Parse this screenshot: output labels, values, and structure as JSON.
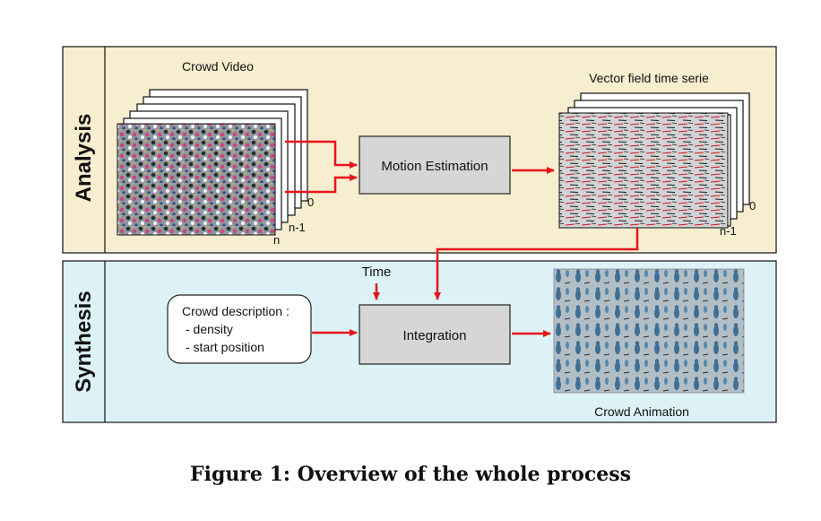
{
  "sections": {
    "analysis": "Analysis",
    "synthesis": "Synthesis"
  },
  "analysis": {
    "video_label": "Crowd Video",
    "frame_labels": [
      "0",
      "n-1",
      "n"
    ],
    "motion_box": "Motion Estimation",
    "vector_label": "Vector field time serie",
    "vector_frame_labels": [
      "0",
      "n-1"
    ]
  },
  "synthesis": {
    "time_label": "Time",
    "description_title": "Crowd description :",
    "description_items": [
      "- density",
      "- start position"
    ],
    "integration_box": "Integration",
    "animation_label": "Crowd Animation"
  },
  "caption": "Figure 1:  Overview of the whole process",
  "colors": {
    "analysis_bg": "#f7edcf",
    "synthesis_bg": "#dcf2f6",
    "arrow": "#e8141c",
    "box_fill": "#d6d6d6"
  }
}
